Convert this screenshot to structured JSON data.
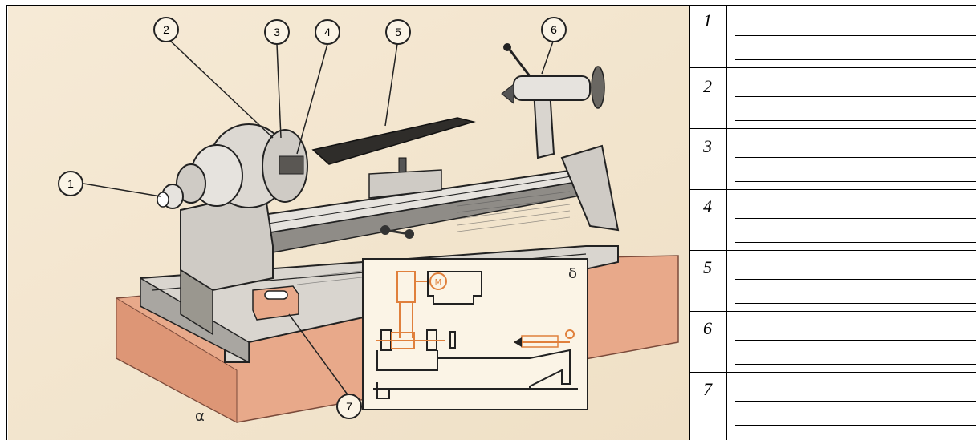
{
  "figure": {
    "callouts": [
      "1",
      "2",
      "3",
      "4",
      "5",
      "6",
      "7"
    ],
    "view_labels": {
      "main": "α",
      "schematic": "δ"
    },
    "motor_label": "M"
  },
  "answer_rows": [
    {
      "number": "1"
    },
    {
      "number": "2"
    },
    {
      "number": "3"
    },
    {
      "number": "4"
    },
    {
      "number": "5"
    },
    {
      "number": "6"
    },
    {
      "number": "7"
    }
  ]
}
